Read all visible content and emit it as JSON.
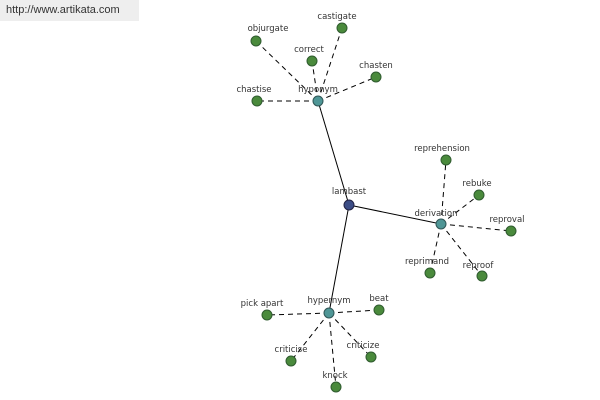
{
  "banner": {
    "url_text": "http://www.artikata.com"
  },
  "colors": {
    "center": "#3c4d86",
    "hub": "#4f9696",
    "leaf": "#4a8a3c"
  },
  "graph": {
    "center": {
      "label": "lambast"
    },
    "hubs": [
      {
        "id": "hyponym",
        "label": "hyponym",
        "leaves": [
          "objurgate",
          "castigate",
          "correct",
          "chasten",
          "chastise"
        ]
      },
      {
        "id": "derivation",
        "label": "derivation",
        "leaves": [
          "reprehension",
          "rebuke",
          "reproval",
          "reprimand",
          "reproof"
        ]
      },
      {
        "id": "hypernym",
        "label": "hypernym",
        "leaves": [
          "pick apart",
          "beat",
          "criticise",
          "criticize",
          "knock"
        ]
      }
    ]
  }
}
